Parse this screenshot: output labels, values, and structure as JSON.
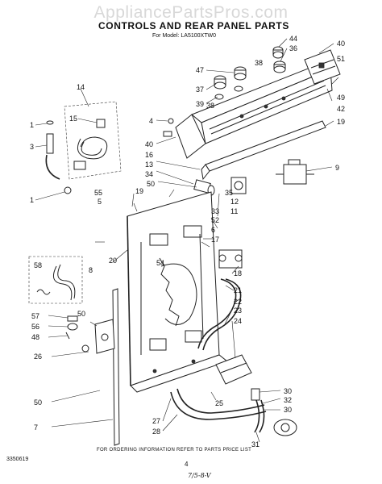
{
  "watermark": "AppliancePartsPros.com",
  "title": "CONTROLS AND REAR PANEL PARTS",
  "model_line": "For Model: LA5100XTW0",
  "footnote": "FOR ORDERING INFORMATION REFER TO PARTS PRICE LIST",
  "doc_number": "3350619",
  "page_number": "4",
  "handwritten_note": "7/5-8-V",
  "callouts": [
    "44",
    "36",
    "40",
    "47",
    "38",
    "51",
    "37",
    "38",
    "39",
    "49",
    "42",
    "4",
    "40",
    "19",
    "16",
    "13",
    "9",
    "34",
    "50",
    "35",
    "12",
    "11",
    "33",
    "52",
    "6",
    "17",
    "55",
    "5",
    "19",
    "14",
    "15",
    "1",
    "3",
    "1",
    "20",
    "8",
    "54",
    "18",
    "21",
    "22",
    "23",
    "24",
    "58",
    "50",
    "57",
    "56",
    "48",
    "26",
    "50",
    "25",
    "30",
    "32",
    "30",
    "7",
    "27",
    "28",
    "31"
  ]
}
